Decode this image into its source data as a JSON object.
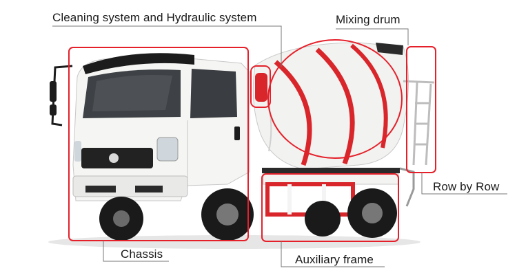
{
  "labels": {
    "cleaning_hydraulic": "Cleaning system and Hydraulic system",
    "mixing_drum": "Mixing drum",
    "row_by_row": "Row by Row",
    "chassis": "Chassis",
    "auxiliary_frame": "Auxiliary frame"
  },
  "colors": {
    "highlight": "#e5202a",
    "leader_line": "#777777",
    "truck_body": "#f4f4f2",
    "cab_roof": "#1c1c1c",
    "tire": "#1a1a1a",
    "drum_stripe": "#d8262b"
  }
}
